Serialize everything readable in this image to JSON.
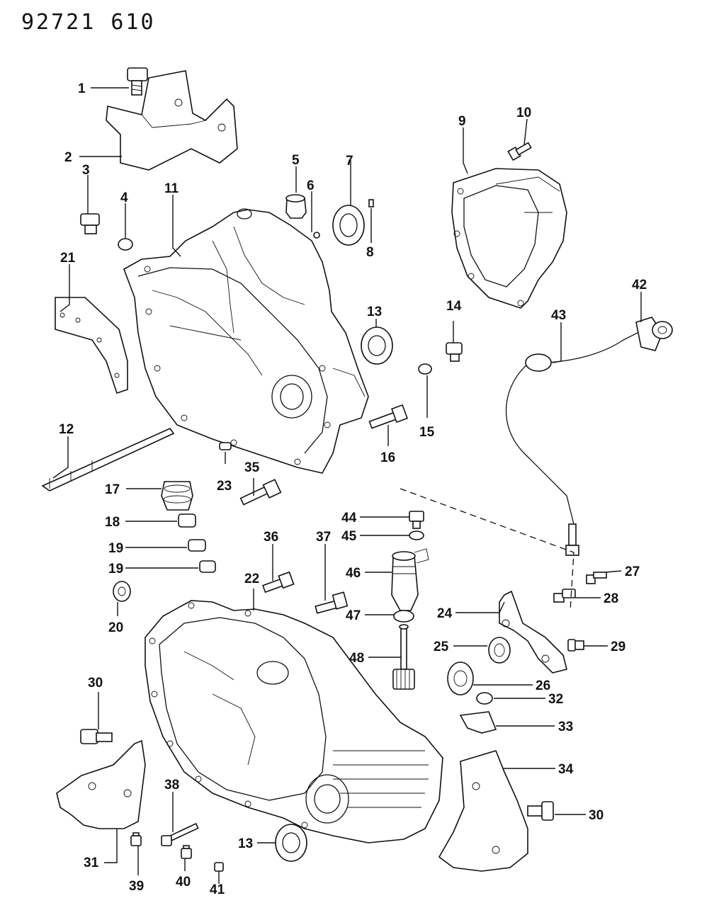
{
  "diagram": {
    "reference_number": "92721 610",
    "callouts": [
      "1",
      "2",
      "3",
      "4",
      "5",
      "6",
      "7",
      "8",
      "9",
      "10",
      "11",
      "12",
      "13",
      "14",
      "15",
      "16",
      "17",
      "18",
      "19",
      "20",
      "21",
      "22",
      "23",
      "24",
      "25",
      "26",
      "27",
      "28",
      "29",
      "30",
      "31",
      "32",
      "33",
      "34",
      "35",
      "36",
      "37",
      "38",
      "39",
      "40",
      "41",
      "42",
      "43",
      "44",
      "45",
      "46",
      "47",
      "48"
    ]
  }
}
